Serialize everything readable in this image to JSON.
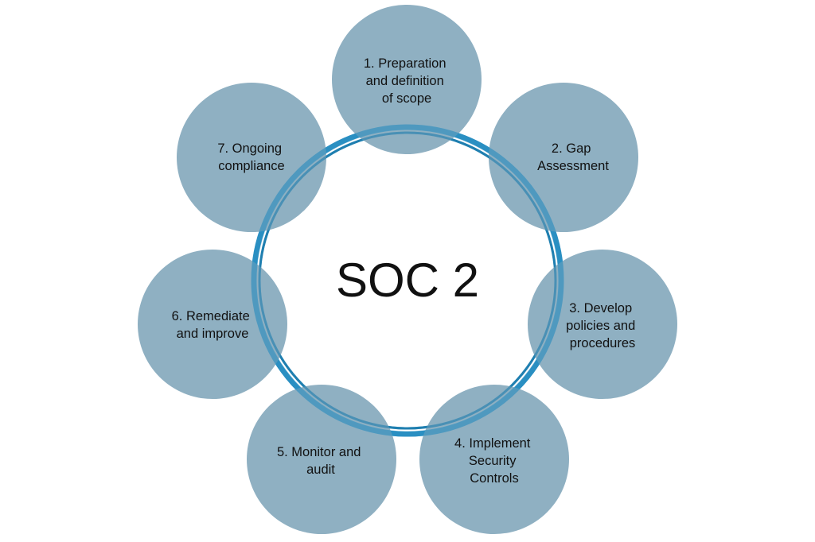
{
  "center": {
    "title": "SOC 2"
  },
  "steps": [
    {
      "lines": [
        "1. Preparation",
        "and definition",
        "of scope"
      ]
    },
    {
      "lines": [
        "2. Gap",
        "Assessment"
      ]
    },
    {
      "lines": [
        "3. Develop",
        "policies and",
        "procedures"
      ]
    },
    {
      "lines": [
        "4. Implement",
        "Security",
        "Controls"
      ]
    },
    {
      "lines": [
        "5. Monitor and",
        "audit"
      ]
    },
    {
      "lines": [
        "6. Remediate",
        "and improve"
      ]
    },
    {
      "lines": [
        "7. Ongoing",
        "compliance"
      ]
    }
  ],
  "colors": {
    "step_fill": "#86a9bd",
    "ring": "#2a8fc2",
    "text": "#111111"
  }
}
